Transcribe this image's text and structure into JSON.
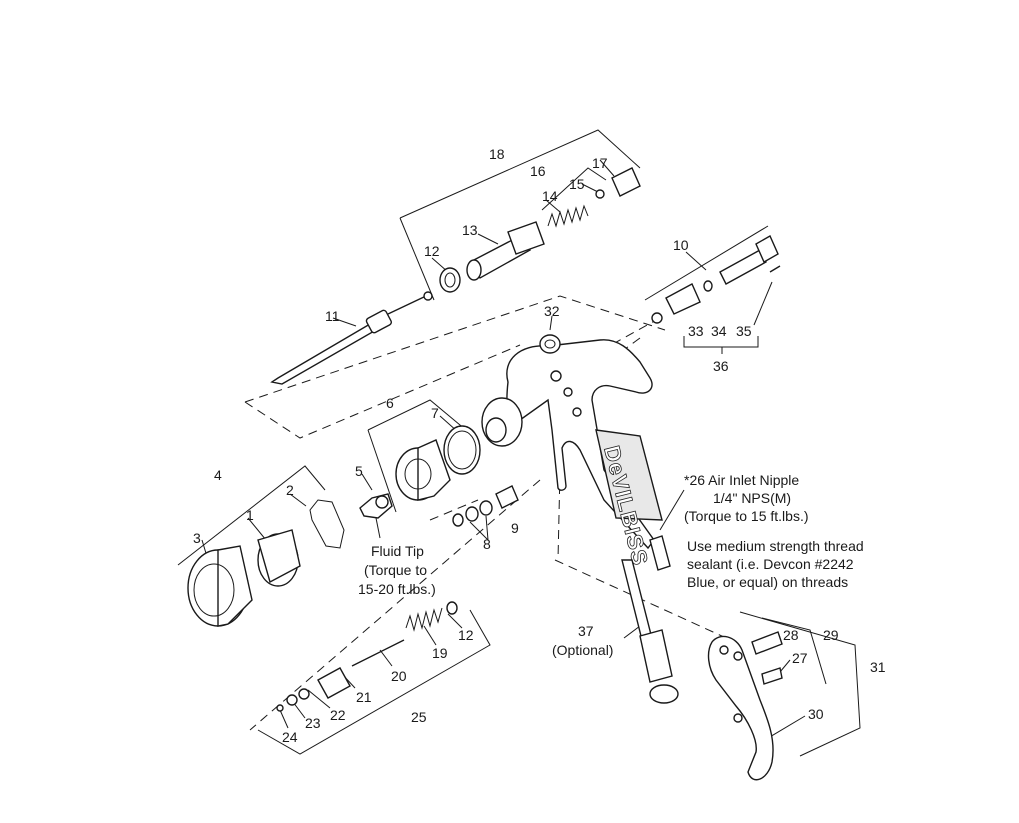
{
  "brand_text": "DeVILBISS",
  "callouts": [
    {
      "id": "c18",
      "text": "18"
    },
    {
      "id": "c17",
      "text": "17"
    },
    {
      "id": "c16",
      "text": "16"
    },
    {
      "id": "c15",
      "text": "15"
    },
    {
      "id": "c14",
      "text": "14"
    },
    {
      "id": "c13",
      "text": "13"
    },
    {
      "id": "c12a",
      "text": "12"
    },
    {
      "id": "c11",
      "text": "11"
    },
    {
      "id": "c10",
      "text": "10"
    },
    {
      "id": "c32",
      "text": "32"
    },
    {
      "id": "c33",
      "text": "33"
    },
    {
      "id": "c34",
      "text": "34"
    },
    {
      "id": "c35",
      "text": "35"
    },
    {
      "id": "c36",
      "text": "36"
    },
    {
      "id": "c6",
      "text": "6"
    },
    {
      "id": "c7",
      "text": "7"
    },
    {
      "id": "c4",
      "text": "4"
    },
    {
      "id": "c2",
      "text": "2"
    },
    {
      "id": "c1",
      "text": "1"
    },
    {
      "id": "c3",
      "text": "3"
    },
    {
      "id": "c5",
      "text": "5"
    },
    {
      "id": "c8",
      "text": "8"
    },
    {
      "id": "c9",
      "text": "9"
    },
    {
      "id": "c12b",
      "text": "12"
    },
    {
      "id": "c19",
      "text": "19"
    },
    {
      "id": "c20",
      "text": "20"
    },
    {
      "id": "c21",
      "text": "21"
    },
    {
      "id": "c22",
      "text": "22"
    },
    {
      "id": "c23",
      "text": "23"
    },
    {
      "id": "c24",
      "text": "24"
    },
    {
      "id": "c25",
      "text": "25"
    },
    {
      "id": "c37",
      "text": "37"
    },
    {
      "id": "c37opt",
      "text": "(Optional)"
    },
    {
      "id": "c28",
      "text": "28"
    },
    {
      "id": "c29",
      "text": "29"
    },
    {
      "id": "c27",
      "text": "27"
    },
    {
      "id": "c31",
      "text": "31"
    },
    {
      "id": "c30",
      "text": "30"
    }
  ],
  "fluid_tip_note": [
    "Fluid Tip",
    "(Torque to",
    "15-20 ft.lbs.)"
  ],
  "air_inlet_note": [
    "*26  Air Inlet Nipple",
    "1/4\" NPS(M)",
    "(Torque to 15 ft.lbs.)"
  ],
  "sealant_note": [
    "Use medium strength thread",
    "sealant (i.e. Devcon #2242",
    "Blue, or equal) on threads"
  ]
}
